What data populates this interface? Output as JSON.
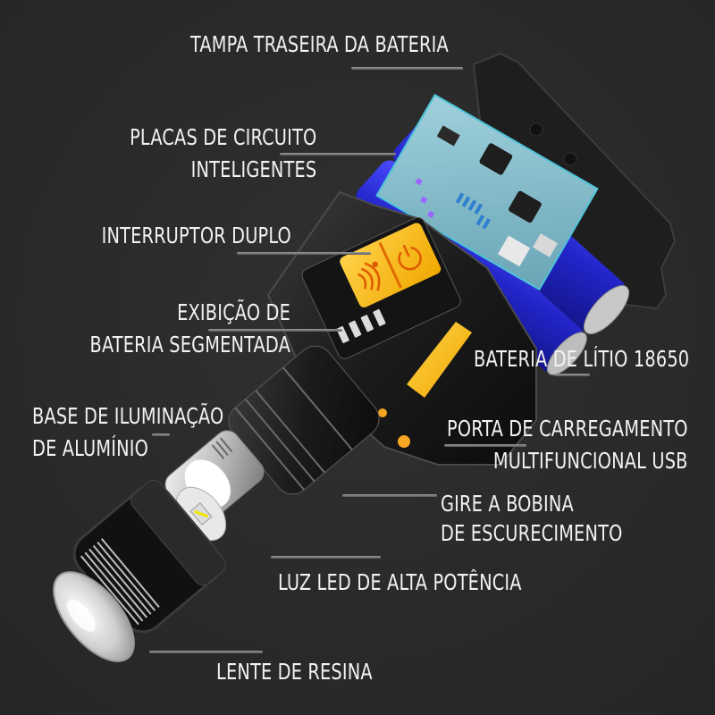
{
  "diagram": {
    "subject": "exploded view of rechargeable LED headlamp",
    "background_color": "#2a2a2a",
    "accent_colors": {
      "button_yellow": "#f5b800",
      "battery_blue": "#2a2cd8",
      "pcb_teal": "#7fb8c8",
      "led_yellow": "#f2e600"
    },
    "callouts": [
      {
        "id": "tampa",
        "lines": [
          "TAMPA TRASEIRA DA BATERIA"
        ]
      },
      {
        "id": "placas",
        "lines": [
          "PLACAS DE CIRCUITO",
          "INTELIGENTES"
        ]
      },
      {
        "id": "interruptor",
        "lines": [
          "INTERRUPTOR DUPLO"
        ]
      },
      {
        "id": "exibicao",
        "lines": [
          "EXIBIÇÃO DE",
          "BATERIA SEGMENTADA"
        ]
      },
      {
        "id": "base",
        "lines": [
          "BASE DE ILUMINAÇÃO",
          "DE ALUMÍNIO"
        ]
      },
      {
        "id": "bateria",
        "lines": [
          "BATERIA DE LÍTIO 18650"
        ]
      },
      {
        "id": "porta",
        "lines": [
          "PORTA DE CARREGAMENTO",
          "MULTIFUNCIONAL USB"
        ]
      },
      {
        "id": "gire",
        "lines": [
          "GIRE A BOBINA",
          "DE ESCURECIMENTO"
        ]
      },
      {
        "id": "luz",
        "lines": [
          "LUZ LED DE ALTA POTÊNCIA"
        ]
      },
      {
        "id": "lente",
        "lines": [
          "LENTE DE RESINA"
        ]
      }
    ],
    "components": {
      "switch_buttons": [
        "sensor-wave-icon",
        "power-icon"
      ],
      "battery_indicator_segments": 4
    }
  }
}
